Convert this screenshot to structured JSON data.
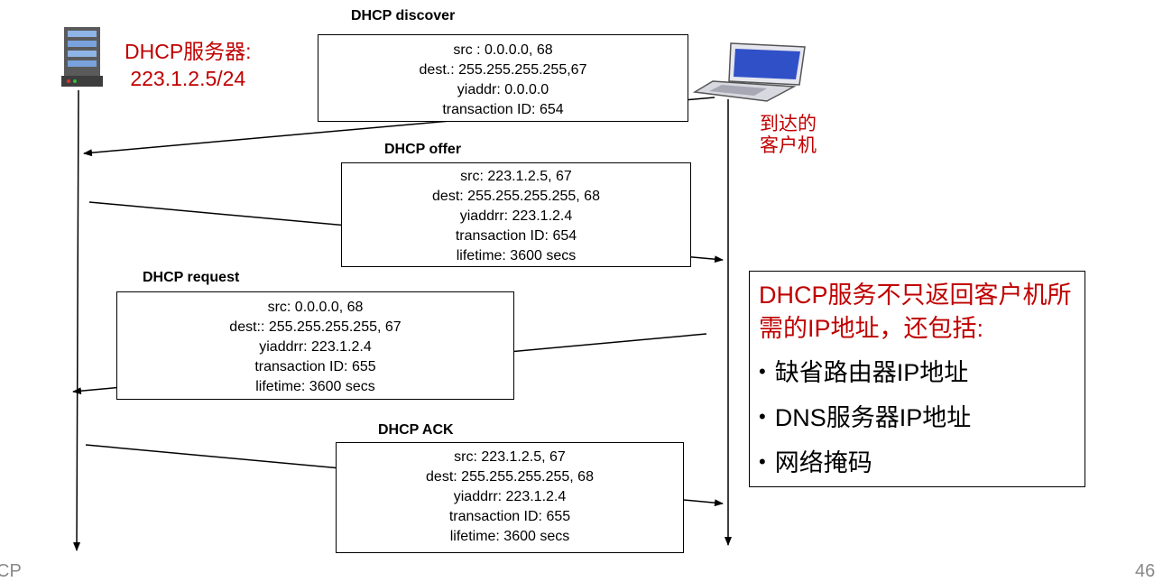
{
  "server_label": [
    "DHCP服务器:",
    "223.1.2.5/24"
  ],
  "client_label": [
    "到达的",
    "客户机"
  ],
  "messages": [
    {
      "title": "DHCP discover",
      "lines": [
        "src : 0.0.0.0, 68",
        "dest.: 255.255.255.255,67",
        "yiaddr:    0.0.0.0",
        "transaction ID: 654"
      ]
    },
    {
      "title": "DHCP offer",
      "lines": [
        "src: 223.1.2.5, 67",
        "dest:  255.255.255.255, 68",
        "yiaddrr: 223.1.2.4",
        "transaction ID: 654",
        "lifetime: 3600 secs"
      ]
    },
    {
      "title": "DHCP request",
      "lines": [
        "src:  0.0.0.0, 68",
        "dest::  255.255.255.255, 67",
        "yiaddrr: 223.1.2.4",
        "transaction ID: 655",
        "lifetime: 3600 secs"
      ]
    },
    {
      "title": "DHCP ACK",
      "lines": [
        "src: 223.1.2.5, 67",
        "dest:  255.255.255.255, 68",
        "yiaddrr: 223.1.2.4",
        "transaction ID: 655",
        "lifetime: 3600 secs"
      ]
    }
  ],
  "info": {
    "title": "DHCP服务不只返回客户机所需的IP地址，还包括:",
    "items": [
      "缺省路由器IP地址",
      "DNS服务器IP地址",
      "网络掩码"
    ]
  },
  "footer": {
    "left": "CP",
    "page": "46"
  }
}
